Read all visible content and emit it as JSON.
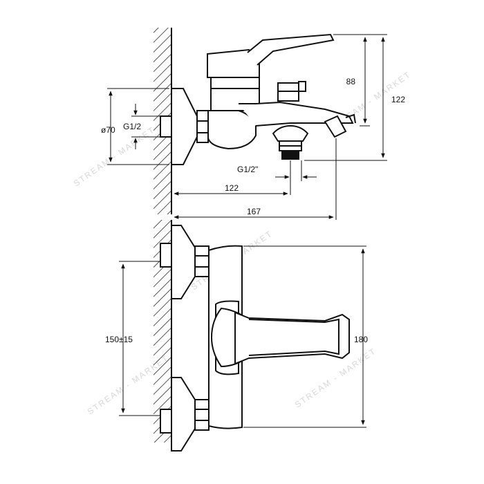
{
  "dimensions": {
    "height_lever": "88",
    "height_total": "122",
    "flange_diameter": "ø70",
    "inlet_thread": "G1/2",
    "outlet_thread": "G1/2\"",
    "spout_outlet_reach": "122",
    "spout_reach": "167",
    "inlet_spacing": "150±15",
    "body_width": "180"
  },
  "watermark": {
    "text": "STREAM - MARKET"
  },
  "colors": {
    "line": "#111111",
    "watermark": "#d8d8d8"
  }
}
